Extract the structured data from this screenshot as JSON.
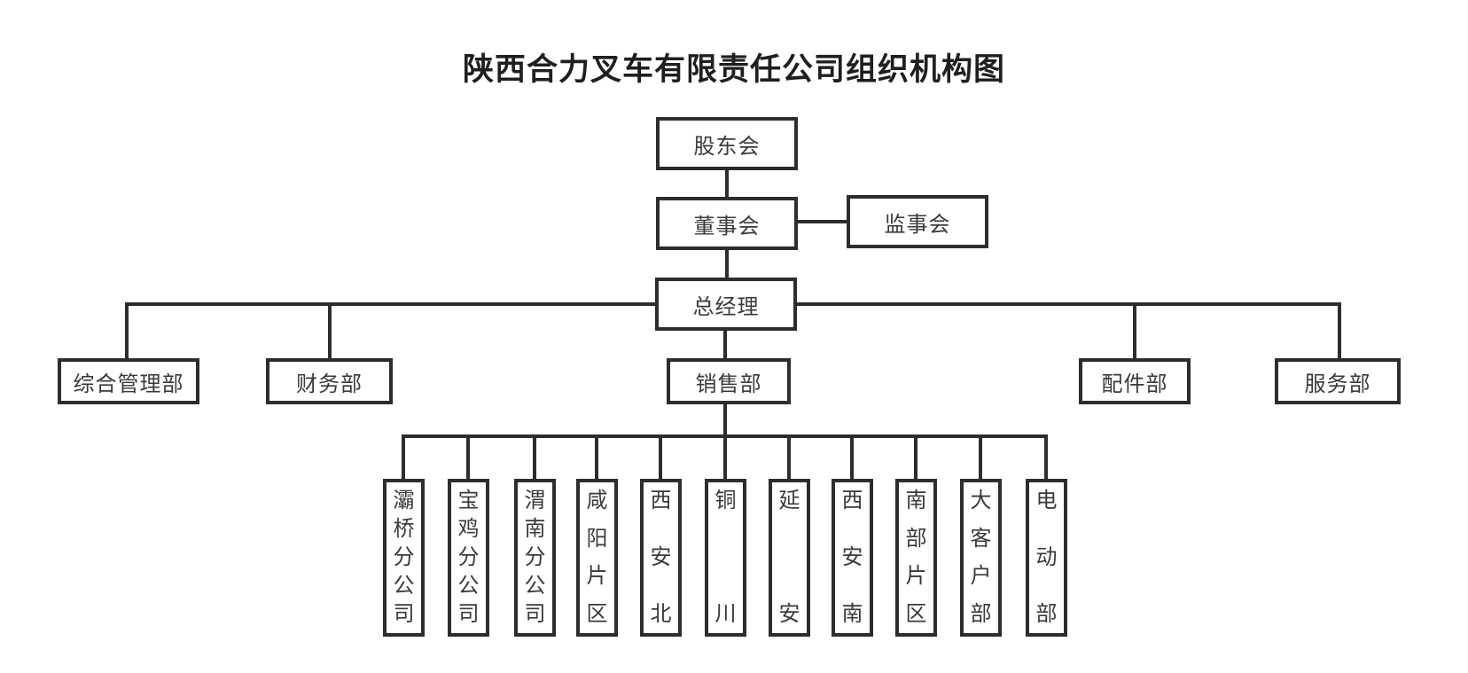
{
  "title": "陕西合力叉车有限责任公司组织机构图",
  "colors": {
    "line": "#2d2d2d",
    "box_border": "#2d2d2d",
    "box_text": "#3a3a3a",
    "title_text": "#1f1f1f",
    "background": "#ffffff"
  },
  "nodes": {
    "shareholders": "股东会",
    "board_of_directors": "董事会",
    "supervisory_board": "监事会",
    "general_manager": "总经理",
    "general_affairs_dept": "综合管理部",
    "finance_dept": "财务部",
    "sales_dept": "销售部",
    "parts_dept": "配件部",
    "service_dept": "服务部"
  },
  "sales_subunits": [
    "灞桥分公司",
    "宝鸡分公司",
    "渭南分公司",
    "咸阳片区",
    "西安北",
    "铜川",
    "延安",
    "西安南",
    "南部片区",
    "大客户部",
    "电动部"
  ]
}
